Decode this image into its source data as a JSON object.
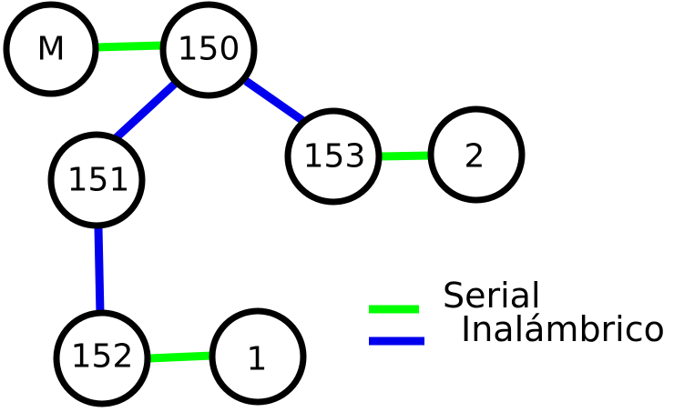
{
  "colors": {
    "serial": "#00ff00",
    "wireless": "#0000ee",
    "node_stroke": "#000000",
    "node_fill": "#ffffff"
  },
  "nodes": {
    "M": "M",
    "n150": "150",
    "n151": "151",
    "n152": "152",
    "n153": "153",
    "n1": "1",
    "n2": "2"
  },
  "edges": [
    {
      "from": "M",
      "to": "150",
      "type": "serial"
    },
    {
      "from": "150",
      "to": "151",
      "type": "wireless"
    },
    {
      "from": "150",
      "to": "153",
      "type": "wireless"
    },
    {
      "from": "153",
      "to": "2",
      "type": "serial"
    },
    {
      "from": "151",
      "to": "152",
      "type": "wireless"
    },
    {
      "from": "152",
      "to": "1",
      "type": "serial"
    }
  ],
  "legend": {
    "serial_label": "Serial",
    "wireless_label": "Inalámbrico"
  }
}
